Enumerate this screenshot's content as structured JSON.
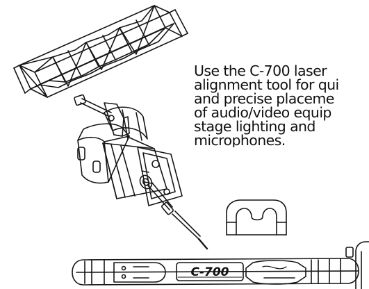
{
  "description_lines": [
    "Use the C-700 laser",
    "alignment tool for qui",
    "and precise placeme",
    "of audio/video equip",
    "stage lighting and",
    "microphones."
  ],
  "tool": {
    "model_label": "C-700"
  },
  "colors": {
    "ink": "#111111",
    "background": "#ffffff"
  }
}
